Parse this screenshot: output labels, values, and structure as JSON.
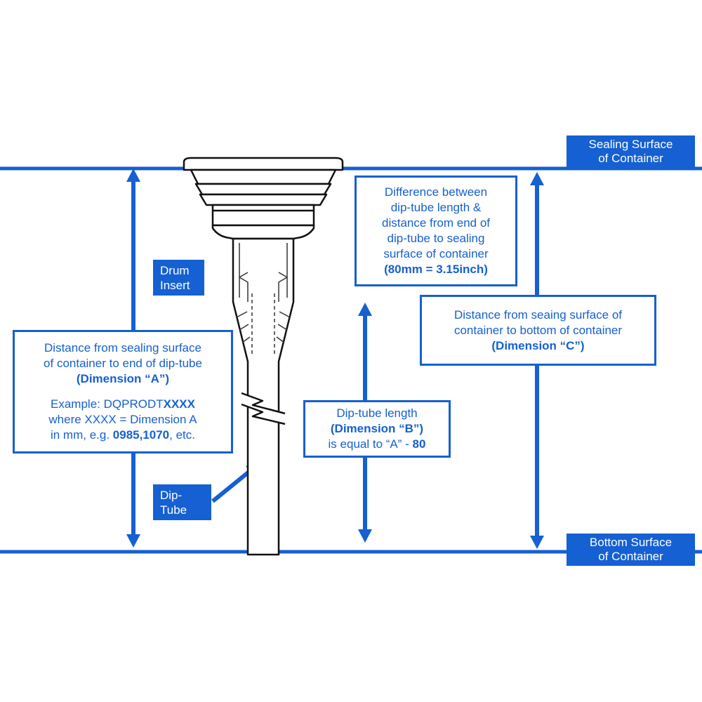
{
  "colors": {
    "primary_blue": "#1560d2",
    "line_black": "#111111",
    "background": "#ffffff"
  },
  "surface_labels": {
    "sealing": {
      "line1": "Sealing Surface",
      "line2": "of Container"
    },
    "bottom": {
      "line1": "Bottom Surface",
      "line2": "of Container"
    }
  },
  "part_labels": {
    "drum_insert": {
      "line1": "Drum",
      "line2": "Insert"
    },
    "dip_tube": {
      "line1": "Dip-",
      "line2": "Tube"
    }
  },
  "callouts": {
    "difference": {
      "line1": "Difference between",
      "line2": "dip-tube length &",
      "line3": "distance from end of",
      "line4": "dip-tube to sealing",
      "line5": "surface of container",
      "line6": "(80mm = 3.15inch)"
    },
    "dimension_c": {
      "line1": "Distance from seaing surface of",
      "line2": "container to bottom of container",
      "line3": "(Dimension “C”)"
    },
    "dimension_a": {
      "line1": "Distance from sealing surface",
      "line2": "of container to end of dip-tube",
      "line3": "(Dimension “A”)",
      "line4_pre": "Example: DQPRODT",
      "line4_bold": "XXXX",
      "line5": "where XXXX = Dimension A",
      "line6_pre": "in mm, e.g. ",
      "line6_bold": "0985,1070",
      "line6_post": ", etc."
    },
    "dimension_b": {
      "line1": "Dip-tube length",
      "line2": "(Dimension “B”)",
      "line3_pre": "is equal to “A” - ",
      "line3_bold": "80"
    }
  }
}
